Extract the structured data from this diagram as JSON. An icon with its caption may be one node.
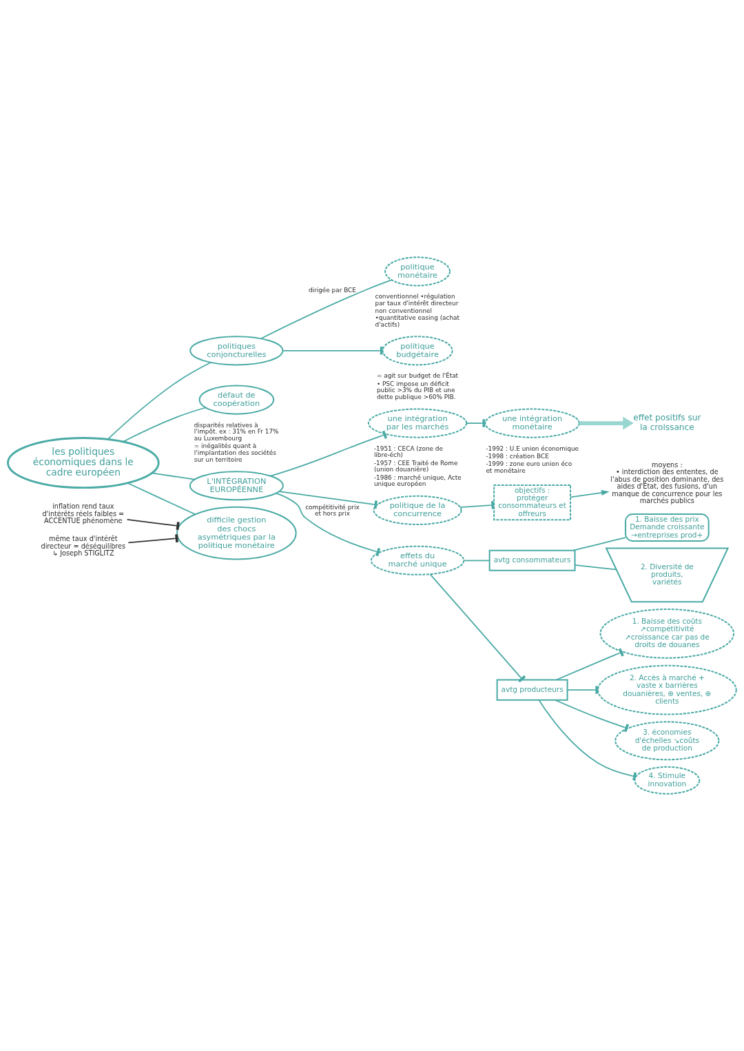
{
  "diagram": {
    "nodes": [
      {
        "text": [
          "les politiques économiques dans le cadre européen"
        ]
      },
      {
        "text": [
          "politiques conjoncturelles"
        ]
      },
      {
        "text": [
          "politique monétaire"
        ],
        "beside": [
          "conventionnel •régulation par taux d'intérêt directeur",
          "non conventionnel •quantitative easing (achat d'actifs)"
        ]
      },
      {
        "text": [
          "politique budgétaire"
        ],
        "beside": [
          "= agit sur budget de l'État",
          "• PSC impose un déficit public >3% du PIB et une dette publique >60% PIB."
        ]
      },
      {
        "text": [
          "défaut de coopération"
        ],
        "beside": [
          "disparités relatives à l'impôt. ex : 31% en Fr 17% au Luxembourg",
          "= inégalités quant à l'implantation des sociétés sur un territoire"
        ]
      },
      {
        "text": [
          "difficile gestion des chocs asymétriques par la politique monétaire"
        ]
      },
      {
        "text": [
          "inflation rend taux d'intérêts réels faibles = ACCENTUE phénomène"
        ]
      },
      {
        "text": [
          "même taux d'intérêt directeur = déséquilibres ↳ Joseph STIGLITZ"
        ]
      },
      {
        "text": [
          "L'INTÉGRATION EUROPÉENNE"
        ]
      },
      {
        "text": [
          "une intégration par les marchés"
        ],
        "beside": [
          "-1951 : CECA (zone de libre-éch)",
          "-1957 : CEE Traité de Rome (union douanière)",
          "-1986 : marché unique, Acte unique européen"
        ]
      },
      {
        "text": [
          "une intégration monétaire"
        ],
        "beside": [
          "-1992 : U.E union économique",
          "-1998 : création BCE",
          "-1999 : zone euro union éco et monétaire"
        ]
      },
      {
        "text": [
          "effet positifs sur la croissance"
        ]
      },
      {
        "text": [
          "politique de la concurrence"
        ]
      },
      {
        "text": [
          "objectifs :",
          "protéger consommateurs et offreurs"
        ]
      },
      {
        "text": [
          "moyens :",
          "• interdiction des ententes, de l'abus de position dominante, des aides d'État, des fusions, d'un manque de concurrence pour les marchés publics"
        ]
      },
      {
        "text": [
          "effets du marché unique"
        ]
      },
      {
        "text": [
          "avtg consommateurs"
        ]
      },
      {
        "text": [
          "1. Baisse des prix Demande croissante →entreprises prod+"
        ]
      },
      {
        "text": [
          "2. Diversité de produits, variétés"
        ]
      },
      {
        "text": [
          "avtg producteurs"
        ]
      },
      {
        "text": [
          "1. Baisse des coûts ↗compétitivité ↗croissance car pas de droits de douanes"
        ]
      },
      {
        "text": [
          "2. Accès à marché + vaste x barrières douanières, ⊕ ventes, ⊕ clients"
        ]
      },
      {
        "text": [
          "3. économies d'échelles ↘coûts de production"
        ]
      },
      {
        "text": [
          "4. Stimule innovation"
        ]
      }
    ],
    "edges": [
      {
        "from": 0,
        "to": 1,
        "arrow": "none"
      },
      {
        "from": 1,
        "to": 2,
        "arrow": "none",
        "label": "dirigée par BCE"
      },
      {
        "from": 1,
        "to": 3,
        "arrow": "other"
      },
      {
        "from": 0,
        "to": 4,
        "arrow": "none"
      },
      {
        "from": 0,
        "to": 5,
        "arrow": "none"
      },
      {
        "from": 6,
        "to": 5,
        "arrow": "other",
        "color": "#333333"
      },
      {
        "from": 7,
        "to": 5,
        "arrow": "other",
        "color": "#333333"
      },
      {
        "from": 0,
        "to": 8,
        "arrow": "none"
      },
      {
        "from": 8,
        "to": 9,
        "arrow": "other"
      },
      {
        "from": 9,
        "to": 10,
        "arrow": "other"
      },
      {
        "from": 10,
        "to": 11,
        "arrow": "to",
        "style": "thick",
        "color": "#9ad6d0"
      },
      {
        "from": 8,
        "to": 12,
        "arrow": "other"
      },
      {
        "from": 12,
        "to": 13,
        "arrow": "other"
      },
      {
        "from": 13,
        "to": 14,
        "arrow": "to"
      },
      {
        "from": 8,
        "to": 15,
        "arrow": "other",
        "label": "compétitivité prix et hors prix"
      },
      {
        "from": 15,
        "to": 16,
        "arrow": "none"
      },
      {
        "from": 15,
        "to": 19,
        "arrow": "other"
      },
      {
        "from": 16,
        "to": 17,
        "arrow": "none"
      },
      {
        "from": 16,
        "to": 18,
        "arrow": "none"
      },
      {
        "from": 19,
        "to": 20,
        "arrow": "other"
      },
      {
        "from": 19,
        "to": 21,
        "arrow": "other"
      },
      {
        "from": 19,
        "to": 22,
        "arrow": "other"
      },
      {
        "from": 19,
        "to": 23,
        "arrow": "other"
      }
    ]
  }
}
